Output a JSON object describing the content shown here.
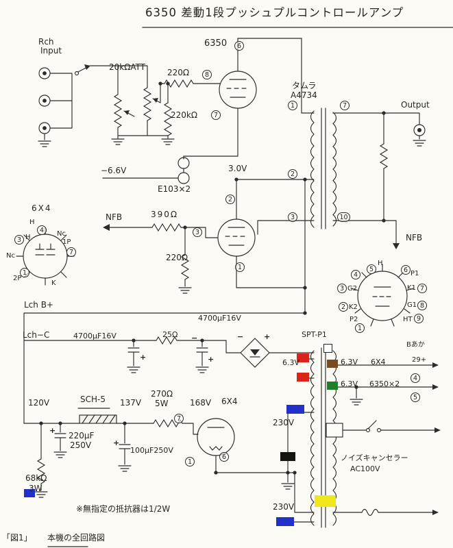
{
  "title": "6350 差動1段プッシュプルコントロールアンプ",
  "labels": {
    "rch": "Rch",
    "input": "Input",
    "tube_6350": "6350",
    "att": "20kΩATT",
    "r220_in": "220Ω",
    "r220k": "220kΩ",
    "tamura": "タムラ",
    "a4734": "A4734",
    "output": "Output",
    "minus66": "−6.6V",
    "e103": "E103×2",
    "v3": "3.0V",
    "nfb": "NFB",
    "r390": "390Ω",
    "r220_g": "220Ω",
    "x64": "6X4",
    "lch_b": "Lch B+",
    "lch_c": "Lch−C",
    "c4700": "4700μF16V",
    "r25": "25Ω",
    "spt": "SPT-P1",
    "v63": "6.3V",
    "x6350_2": "6350×2",
    "tag1": "Bあか",
    "tag2": "29+",
    "v120": "120V",
    "sch5": "SCH-5",
    "v137": "137V",
    "r270": "270Ω",
    "w5": "5W",
    "v168": "168V",
    "v230": "230V",
    "c220": "220μF",
    "v250": "250V",
    "c100": "100μF250V",
    "r68k": "68kΩ",
    "w3": "3W",
    "noise": "ノイズキャンセラー",
    "ac100": "AC100V",
    "note": "※無指定の抵抗器は1/2W",
    "fig": "「図1」",
    "figtext": "本機の全回路図",
    "plus": "+",
    "minus": "−",
    "h": "H",
    "nc": "Nc",
    "p1p": "1P",
    "p2p": "2P",
    "k": "K",
    "rp_p1": "P1",
    "rp_g2": "G2",
    "rp_k1": "K1",
    "rp_k2": "K2",
    "rp_g1": "G1",
    "rp_p2": "P2",
    "rp_ht": "HT"
  },
  "pins": {
    "p1": "1",
    "p2": "2",
    "p3": "3",
    "p4": "4",
    "p5": "5",
    "p6": "6",
    "p7": "7",
    "p8": "8",
    "p9": "9",
    "p10": "10"
  },
  "colors": {
    "red": "#d8241c",
    "brown": "#7a4a20",
    "green": "#1e7f27",
    "blue": "#2030c8",
    "black": "#15150f",
    "yellow": "#efe61d",
    "white": "#ffffff"
  }
}
